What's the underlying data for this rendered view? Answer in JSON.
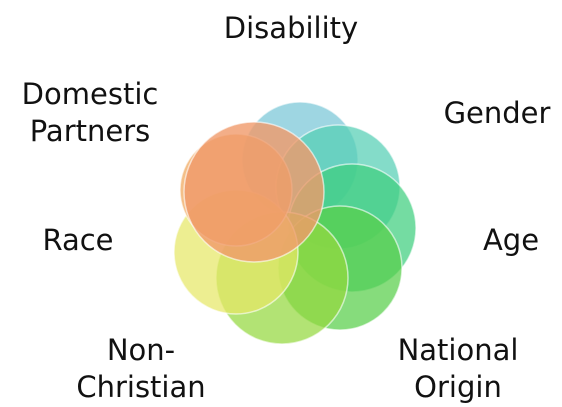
{
  "labels": {
    "disability": "Disability",
    "domestic_line1": "Domestic",
    "domestic_line2": "Partners",
    "gender": "Gender",
    "race": "Race",
    "age": "Age",
    "nonchristian_line1": "Non-",
    "nonchristian_line2": "Christian",
    "national_line1": "National",
    "national_line2": "Origin"
  },
  "petals": [
    {
      "name": "petal-disability",
      "color": "#7ec8d8"
    },
    {
      "name": "petal-gender",
      "color": "#55cfb4"
    },
    {
      "name": "petal-age",
      "color": "#3ecf7e"
    },
    {
      "name": "petal-national-origin",
      "color": "#57cf4a"
    },
    {
      "name": "petal-non-christian",
      "color": "#94d83e"
    },
    {
      "name": "petal-race",
      "color": "#e6e766"
    },
    {
      "name": "petal-domestic-partners",
      "color": "#f0a65a"
    },
    {
      "name": "petal-center-orange",
      "color": "#f09a6a"
    }
  ]
}
